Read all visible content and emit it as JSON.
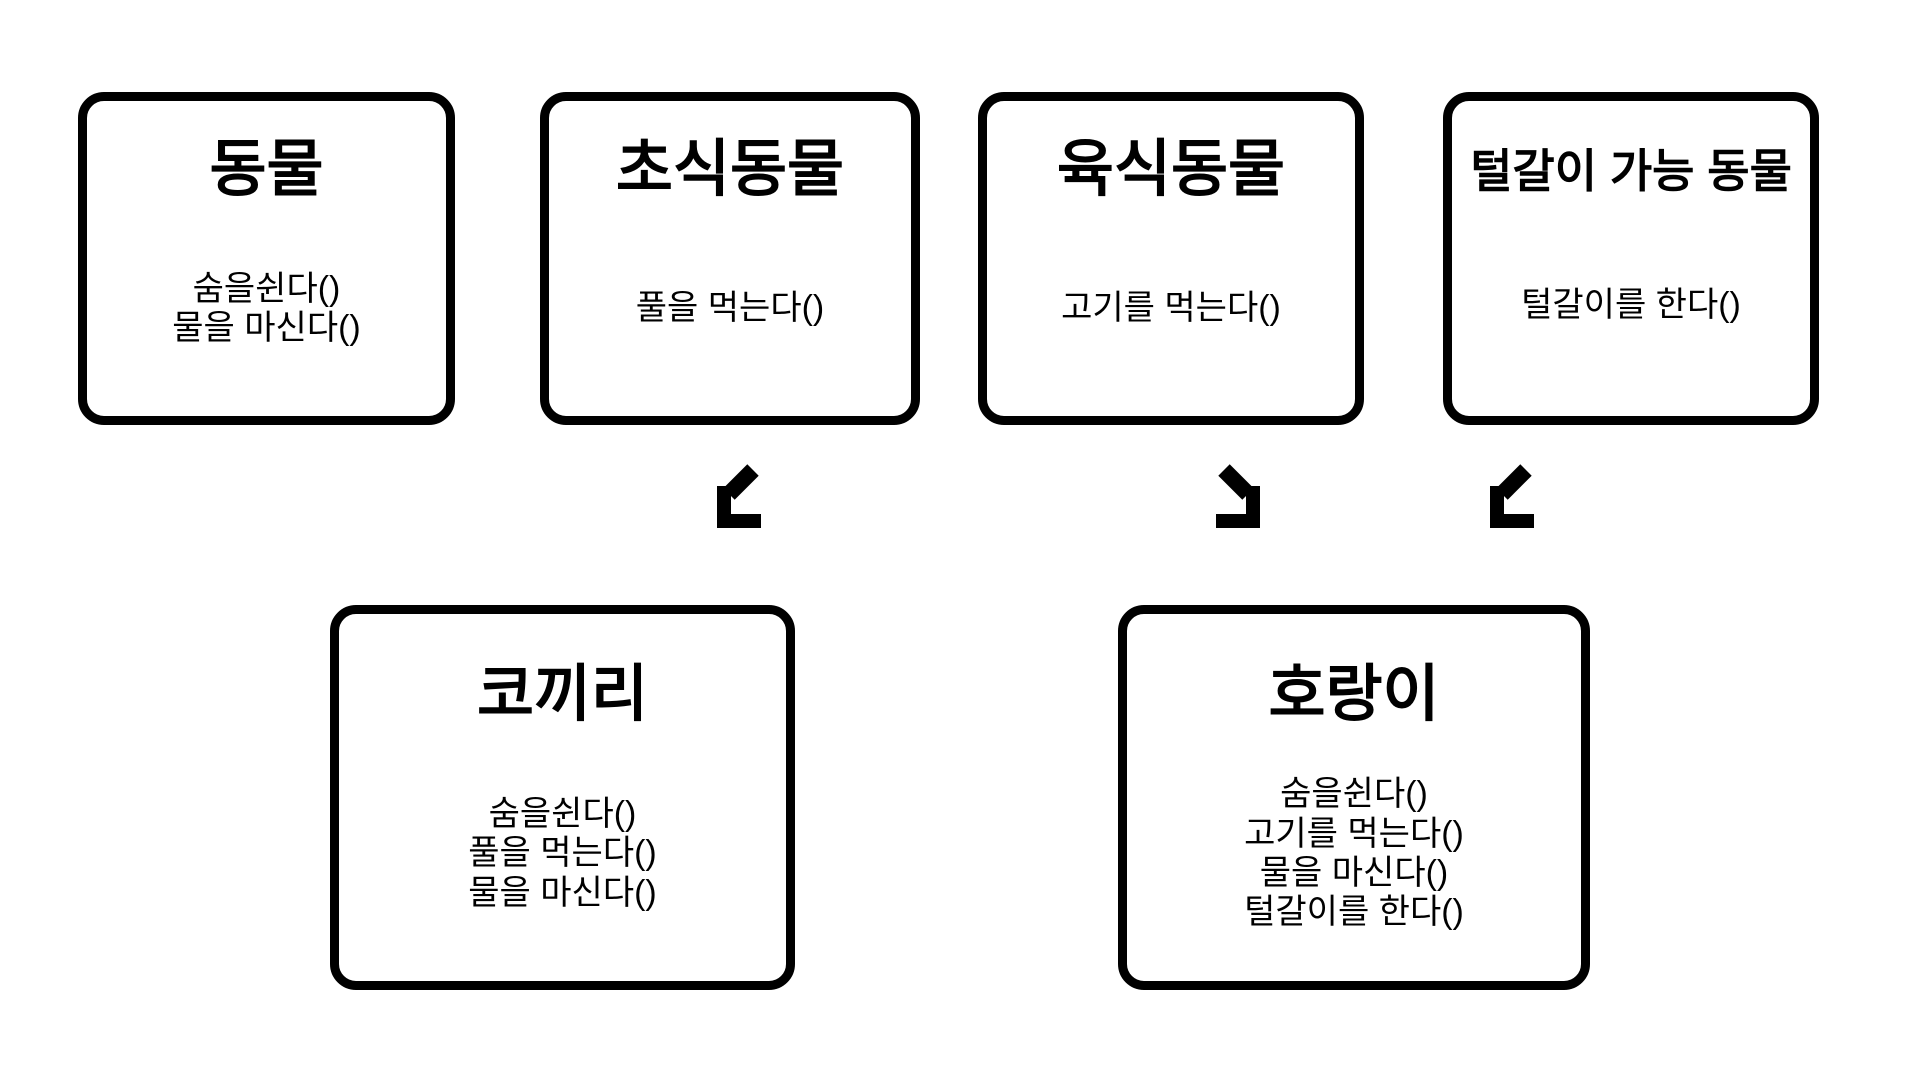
{
  "diagram": {
    "background_color": "#ffffff",
    "line_color": "#000000",
    "classes": [
      {
        "id": "animal",
        "title": "동물",
        "methods": [
          "숨을쉰다()",
          "물을 마신다()"
        ]
      },
      {
        "id": "herbivore",
        "title": "초식동물",
        "methods": [
          "풀을 먹는다()"
        ]
      },
      {
        "id": "carnivore",
        "title": "육식동물",
        "methods": [
          "고기를 먹는다()"
        ]
      },
      {
        "id": "molting-animal",
        "title": "털갈이 가능 동물",
        "methods": [
          "털갈이를 한다()"
        ]
      }
    ],
    "objects": [
      {
        "id": "elephant",
        "title": "코끼리",
        "methods": [
          "숨을쉰다()",
          "풀을 먹는다()",
          "물을 마신다()"
        ]
      },
      {
        "id": "tiger",
        "title": "호랑이",
        "methods": [
          "숨을쉰다()",
          "고기를 먹는다()",
          "물을 마신다()",
          "털갈이를 한다()"
        ]
      }
    ],
    "arrows": [
      {
        "from": "초식동물",
        "to": "코끼리",
        "direction": "down-left"
      },
      {
        "from": "육식동물",
        "to": "호랑이",
        "direction": "down-right"
      },
      {
        "from": "털갈이 가능 동물",
        "to": "호랑이",
        "direction": "down-left"
      }
    ]
  }
}
